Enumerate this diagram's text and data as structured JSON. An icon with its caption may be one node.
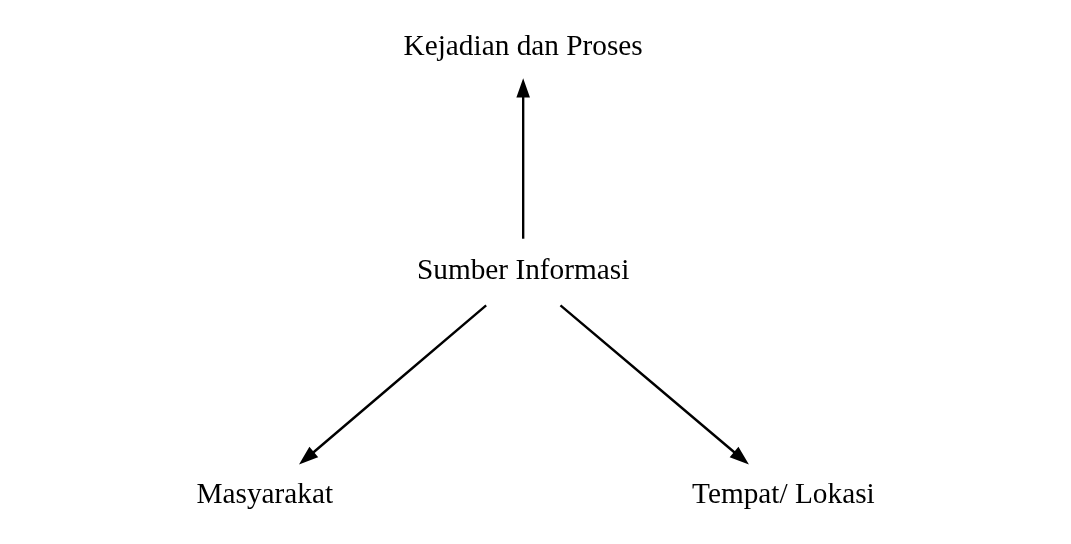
{
  "diagram": {
    "nodes": [
      {
        "text": [
          "Kejadian dan Proses"
        ]
      },
      {
        "text": [
          "Sumber Informasi"
        ]
      },
      {
        "text": [
          "Masyarakat"
        ]
      },
      {
        "text": [
          "Tempat/ Lokasi"
        ]
      }
    ],
    "edges": [
      {
        "from": 1,
        "to": 0,
        "arrow": "to"
      },
      {
        "from": 1,
        "to": 2,
        "arrow": "to"
      },
      {
        "from": 1,
        "to": 3,
        "arrow": "to"
      }
    ]
  }
}
